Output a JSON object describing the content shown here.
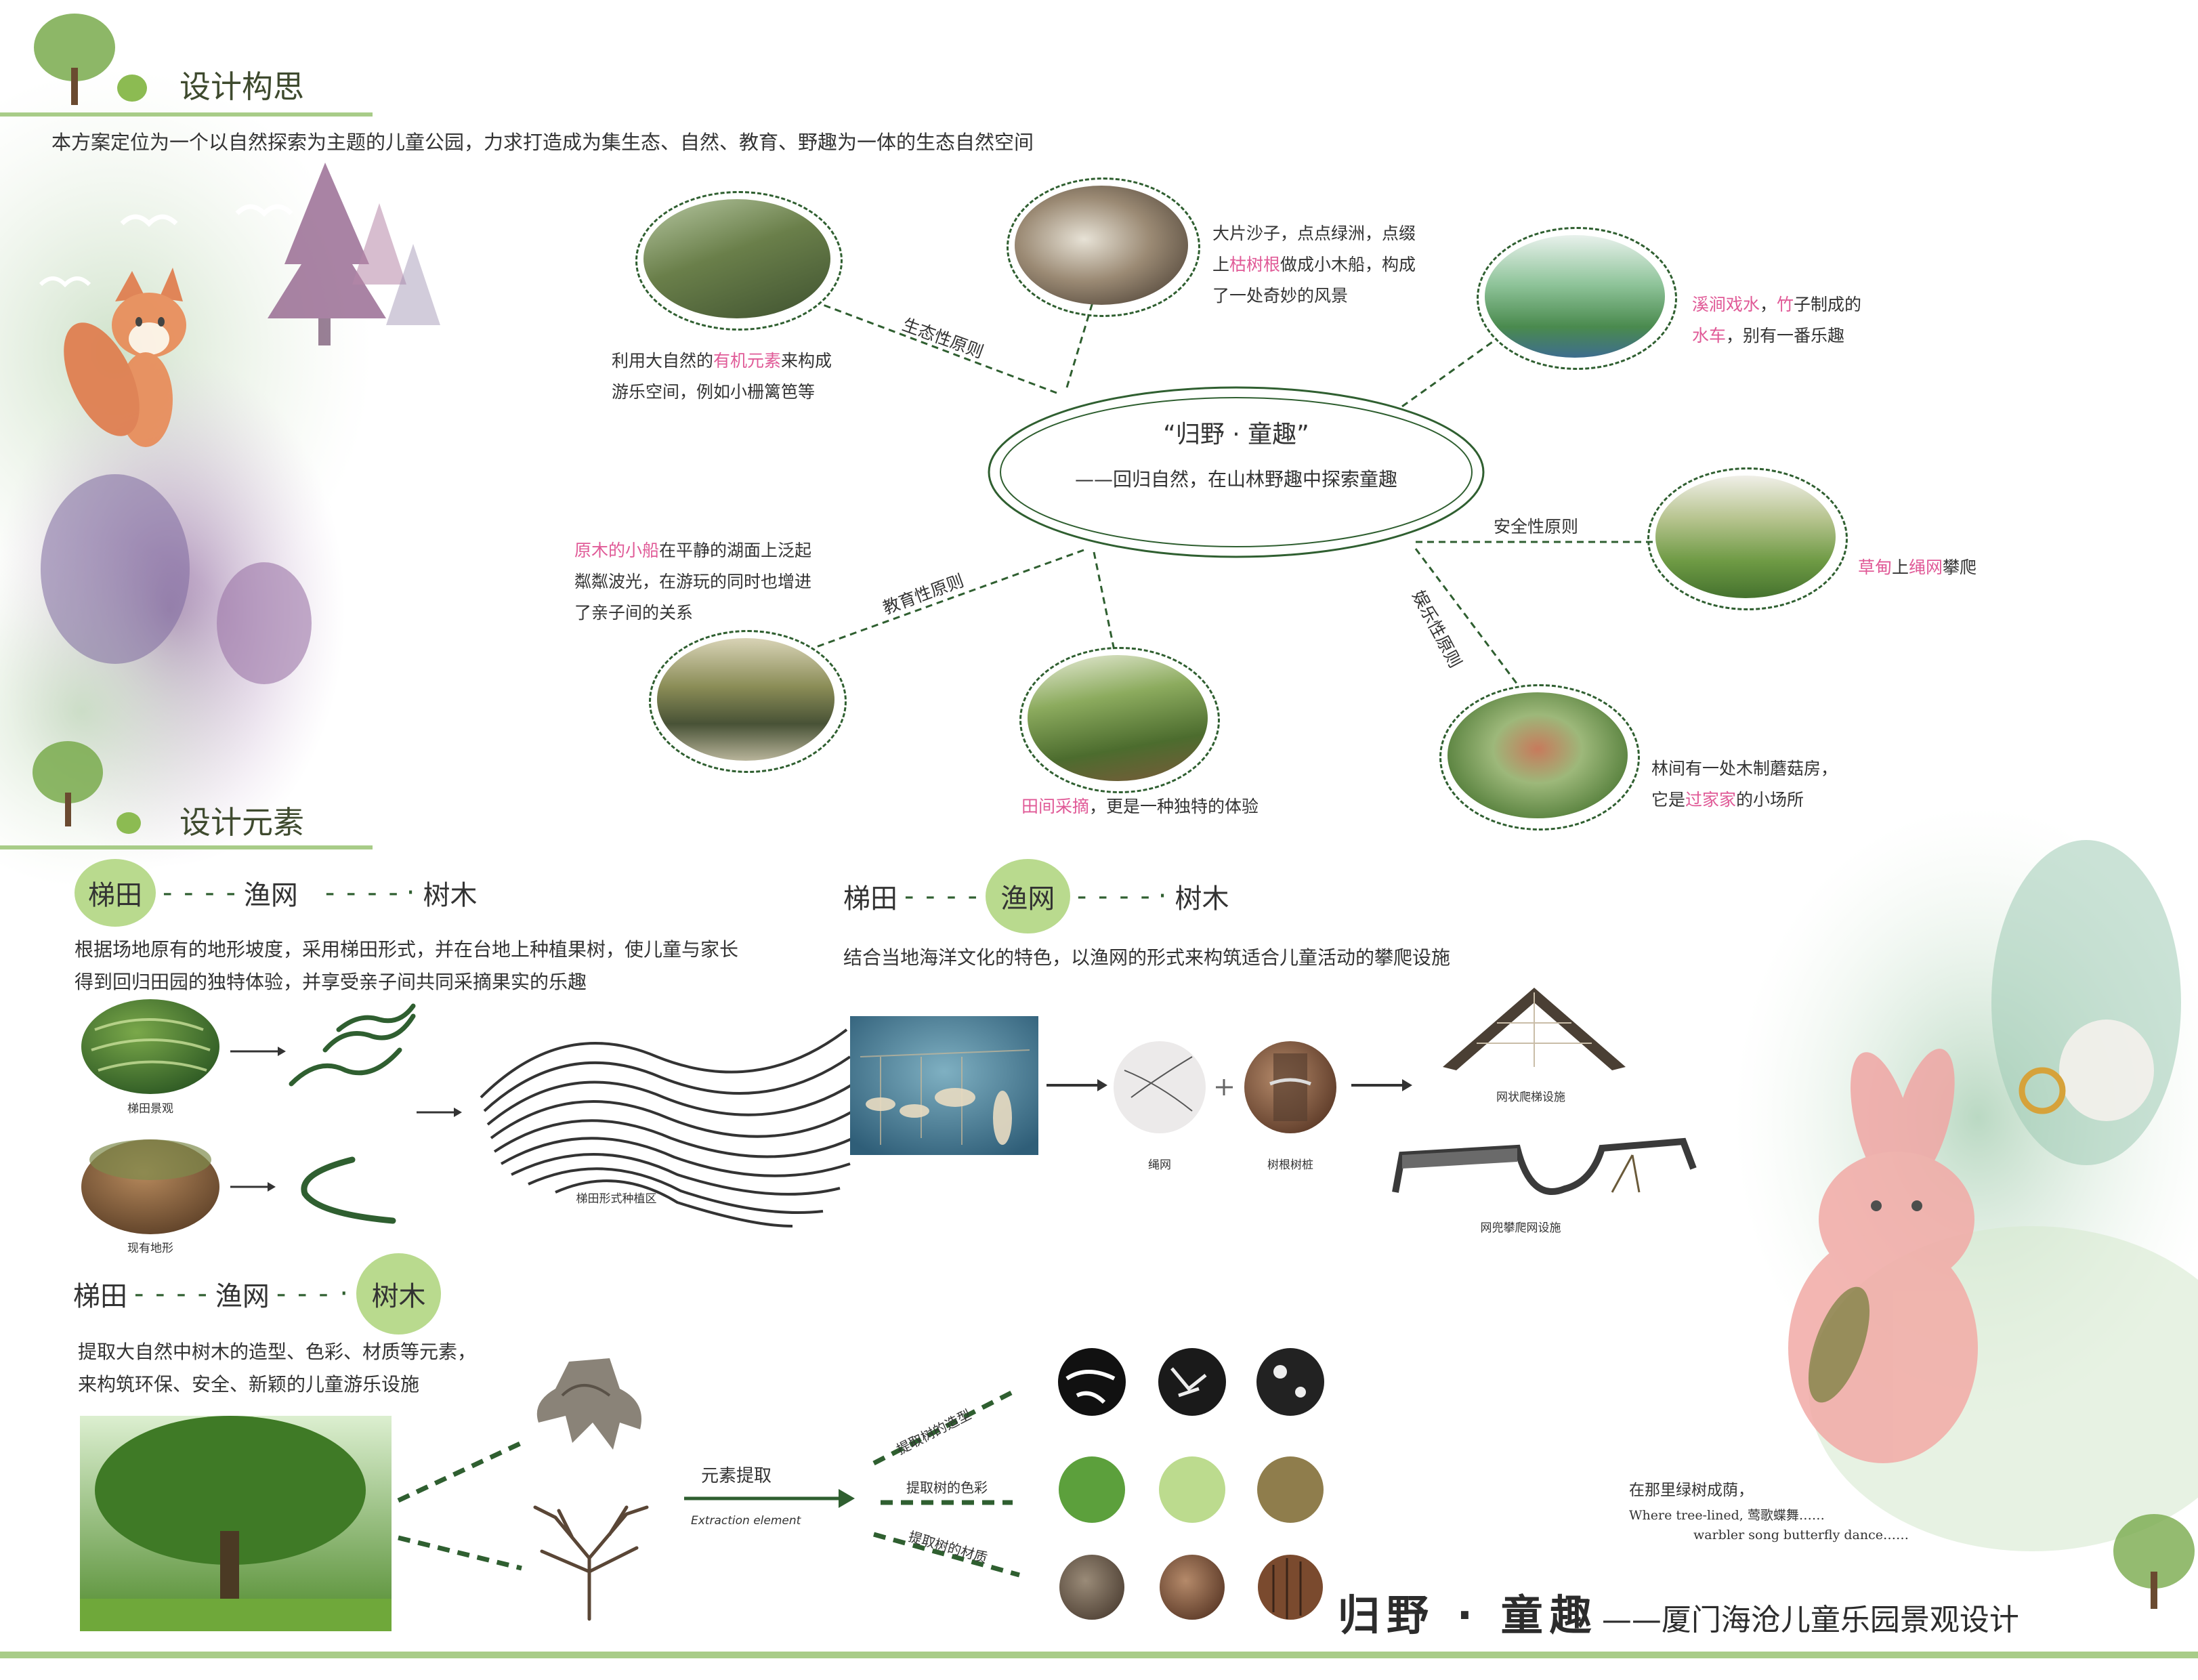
{
  "sections": {
    "concept_title": "设计构思",
    "elements_title": "设计元素"
  },
  "intro": "本方案定位为一个以自然探索为主题的儿童公园，力求打造成为集生态、自然、教育、野趣为一体的生态自然空间",
  "center": {
    "title": "“归野 · 童趣”",
    "subtitle": "——回归自然，在山林野趣中探索童趣"
  },
  "principles": {
    "ecology": "生态性原则",
    "safety": "安全性原则",
    "education": "教育性原则",
    "fun": "娱乐性原则"
  },
  "notes": {
    "organic_1": "利用大自然的",
    "organic_hl": "有机元素",
    "organic_2": "来构成",
    "organic_3": "游乐空间，例如小栅篱笆等",
    "sand_1": "大片沙子，点点绿洲，点缀",
    "sand_2": "上",
    "sand_hl": "枯树根",
    "sand_3": "做成小木船，构成",
    "sand_4": "了一处奇妙的风景",
    "stream_hl1": "溪涧戏水",
    "stream_1": "，",
    "stream_hl2": "竹",
    "stream_2": "子制成的",
    "stream_hl3": "水车",
    "stream_3": "，别有一番乐趣",
    "boat_hl": "原木的小船",
    "boat_1": "在平静的湖面上泛起",
    "boat_2": "粼粼波光，在游玩的同时也增进",
    "boat_3": "了亲子间的关系",
    "lawn_1": "草甸",
    "lawn_2": "上",
    "lawn_hl": "绳网",
    "lawn_3": "攀爬",
    "field_hl": "田间采摘",
    "field_1": "，更是一种独特的体验",
    "mush_1": "林间有一处木制蘑菇房，",
    "mush_2": "它是",
    "mush_hl": "过家家",
    "mush_3": "的小场所"
  },
  "flows": {
    "item1": "梯田",
    "item2": "渔网",
    "item3": "树木"
  },
  "terrace": {
    "desc_1": "根据场地原有的地形坡度，采用梯田形式，并在台地上种植果树，使儿童与家长",
    "desc_2": "得到回归田园的独特体验，并享受亲子间共同采摘果实的乐趣",
    "cap_landscape": "梯田景观",
    "cap_existing": "现有地形",
    "cap_planting": "梯田形式种植区"
  },
  "net": {
    "desc": "结合当地海洋文化的特色，以渔网的形式来构筑适合儿童活动的攀爬设施",
    "cap_rope": "绳网",
    "cap_root": "树根树桩",
    "cap_ladder": "网状爬梯设施",
    "cap_pocket": "网兜攀爬网设施"
  },
  "tree": {
    "desc_1": "提取大自然中树木的造型、色彩、材质等元素，",
    "desc_2": "来构筑环保、安全、新颖的儿童游乐设施",
    "extract_cn": "元素提取",
    "extract_en": "Extraction element",
    "lab_shape": "提取树的造型",
    "lab_color": "提取树的色彩",
    "lab_texture": "提取树的材质"
  },
  "swatches": {
    "green_dark": "#5ca03c",
    "green_light": "#bcdb8e",
    "olive": "#8f7d4c"
  },
  "poem": {
    "line1": "在那里绿树成荫，",
    "line2": "Where tree-lined, 莺歌蝶舞……",
    "line3": "warbler song butterfly dance……"
  },
  "footer": {
    "title": "归野 · 童趣",
    "subtitle": "——厦门海沧儿童乐园景观设计"
  }
}
